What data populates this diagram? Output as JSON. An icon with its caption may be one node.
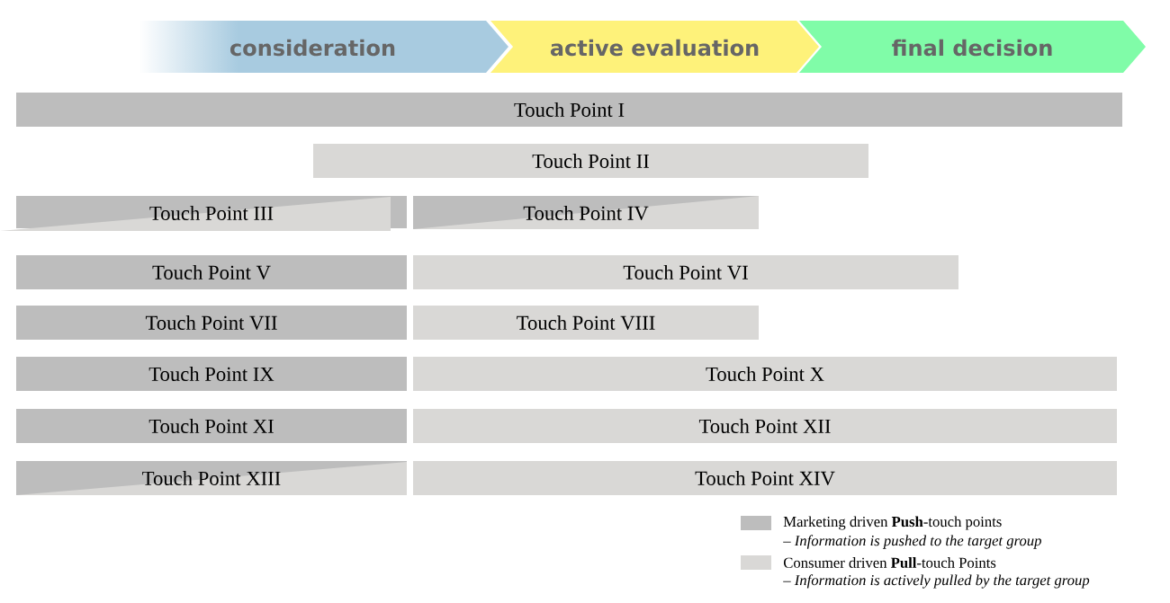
{
  "diagram": {
    "nodes": [
      {
        "text": [
          "consideration"
        ]
      },
      {
        "text": [
          "active evaluation"
        ]
      },
      {
        "text": [
          "final decision"
        ]
      },
      {
        "text": [
          "Touch Point I"
        ]
      },
      {
        "text": [
          "Touch Point II"
        ]
      },
      {
        "text": [
          "Touch Point III"
        ]
      },
      {
        "text": [
          "Touch Point IV"
        ]
      },
      {
        "text": [
          "Touch Point V"
        ]
      },
      {
        "text": [
          "Touch Point VI"
        ]
      },
      {
        "text": [
          "Touch Point VII"
        ]
      },
      {
        "text": [
          "Touch Point VIII"
        ]
      },
      {
        "text": [
          "Touch Point IX"
        ]
      },
      {
        "text": [
          "Touch Point X"
        ]
      },
      {
        "text": [
          "Touch Point XI"
        ]
      },
      {
        "text": [
          "Touch Point XII"
        ]
      },
      {
        "text": [
          "Touch Point XIII"
        ]
      },
      {
        "text": [
          "Touch Point XIV"
        ]
      }
    ],
    "labels": [
      "– Information is pushed to the target group",
      "– Information is actively pulled by the target group"
    ],
    "legend": [
      {
        "text": "Marketing driven **Push**-touch points",
        "color": "#bdbdbd"
      },
      {
        "text": "Consumer driven **Pull**-touch Points",
        "color": "#d9d8d6"
      }
    ]
  }
}
